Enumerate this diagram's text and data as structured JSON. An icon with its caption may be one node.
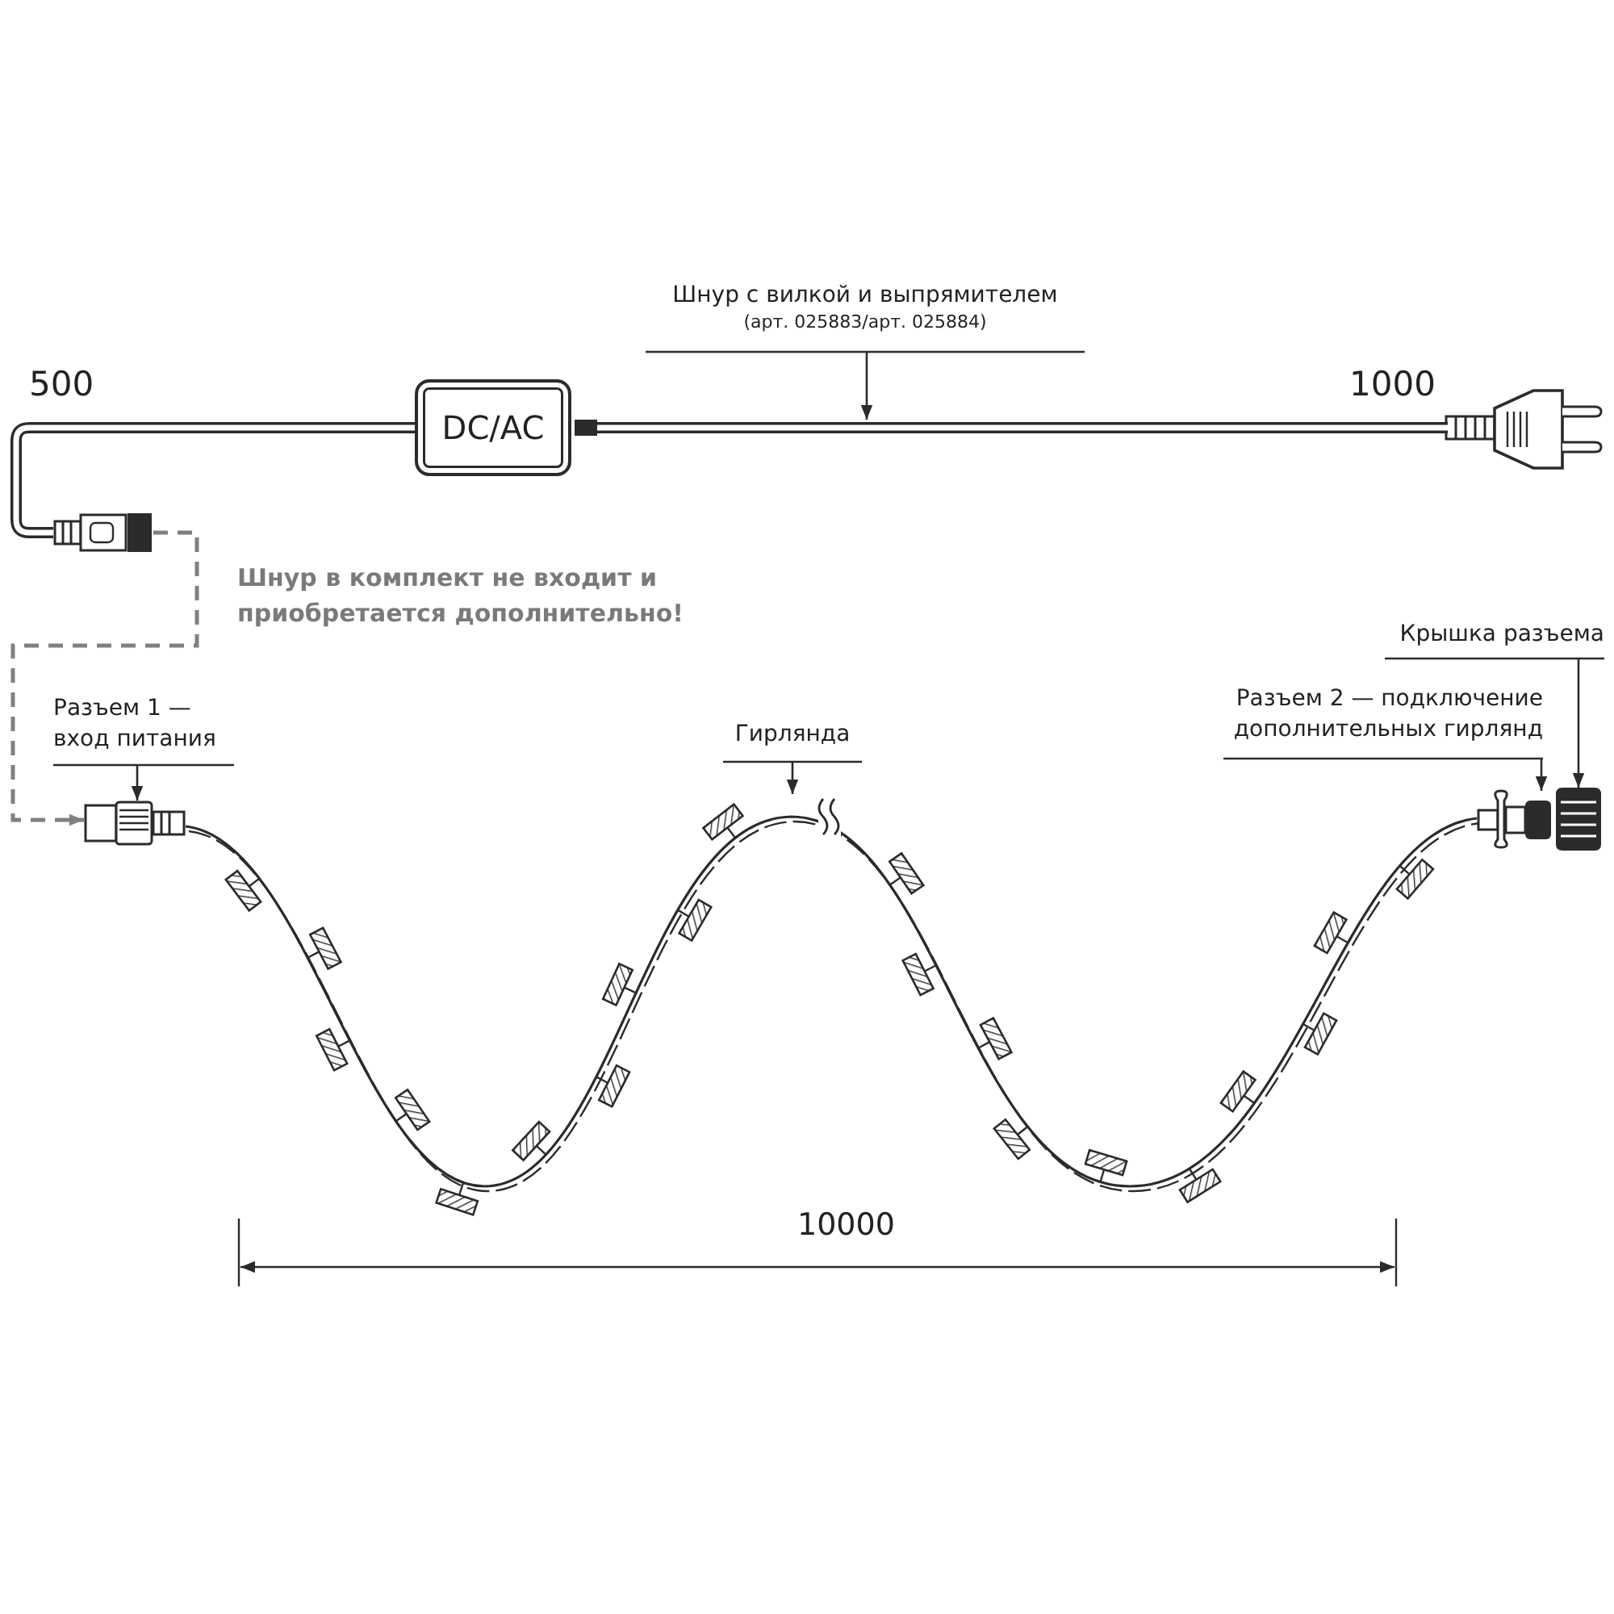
{
  "diagram": {
    "nodes": [
      {
        "text": [
          "Шнур с вилкой и выпрямителем",
          "(арт. 025883/арт. 025884)"
        ]
      },
      {
        "text": [],
        "shape": "picture"
      },
      {
        "text": [
          "DC/AC"
        ]
      },
      {
        "text": [],
        "shape": "picture"
      },
      {
        "text": [
          "Разъем 1 — вход питания"
        ]
      },
      {
        "text": [],
        "shape": "picture"
      },
      {
        "text": [
          "Гирлянда"
        ]
      },
      {
        "text": [],
        "shape": "picture"
      },
      {
        "text": [
          "Крышка разъема"
        ]
      },
      {
        "text": [],
        "shape": "picture"
      },
      {
        "text": [
          "Разъем 2 — подключение дополнительных гирлянд"
        ]
      },
      {
        "text": [],
        "shape": "picture"
      }
    ],
    "edges": [
      {
        "from": 0,
        "to": 1,
        "arrow": "to"
      },
      {
        "from": 3,
        "to": 5,
        "arrow": "to",
        "style": "dashed",
        "color": "#808080"
      },
      {
        "from": 4,
        "to": 5,
        "arrow": "to"
      },
      {
        "from": 6,
        "to": 7,
        "arrow": "to"
      },
      {
        "from": 8,
        "to": 9,
        "arrow": "to"
      },
      {
        "from": 10,
        "to": 11,
        "arrow": "to"
      },
      {
        "from": 2,
        "to": 3,
        "arrow": "none",
        "style": "thick"
      }
    ],
    "labels": [
      "500",
      "1000",
      "Шнур в комплект не входит и приобретается дополнительно!",
      "10000"
    ]
  }
}
